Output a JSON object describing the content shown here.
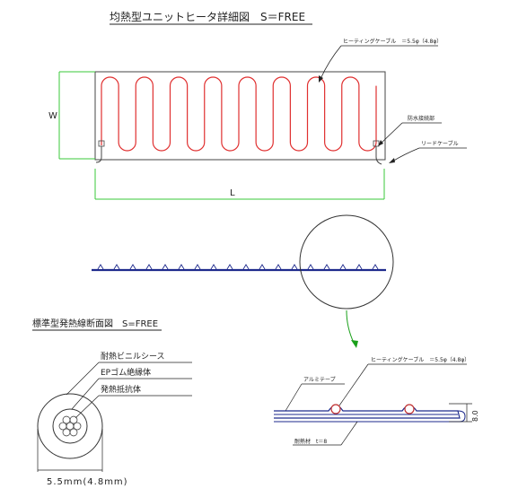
{
  "title_unit": "均熱型ユニットヒータ詳細図　S＝FREE",
  "title_section": "標準型発熱線断面図　S=FREE",
  "label_heating_cable_top": "ヒーティングケーブル　＝5.5φ（4.8φ）",
  "label_waterproof": "防水接続部",
  "label_lead_cable": "リードケーブル",
  "dim_w": "W",
  "dim_l": "L",
  "label_sheath": "耐熱ビニルシース",
  "label_insulator": "EPゴム絶縁体",
  "label_resistor": "発熱抵抗体",
  "dim_diameter": "5.5mm(4.8mm)",
  "label_heating_cable_detail": "ヒーティングケーブル　＝5.5φ（4.8φ）",
  "label_aluminum_tape": "アルミテープ",
  "label_heat_plate": "耐熱材　t＝8",
  "dim_thickness": "8.0",
  "colors": {
    "heater_wire": "#e03030",
    "outline": "#222222",
    "dimension": "#38c838",
    "plate": "#1e2a8c",
    "arrow": "#1aa01a"
  }
}
